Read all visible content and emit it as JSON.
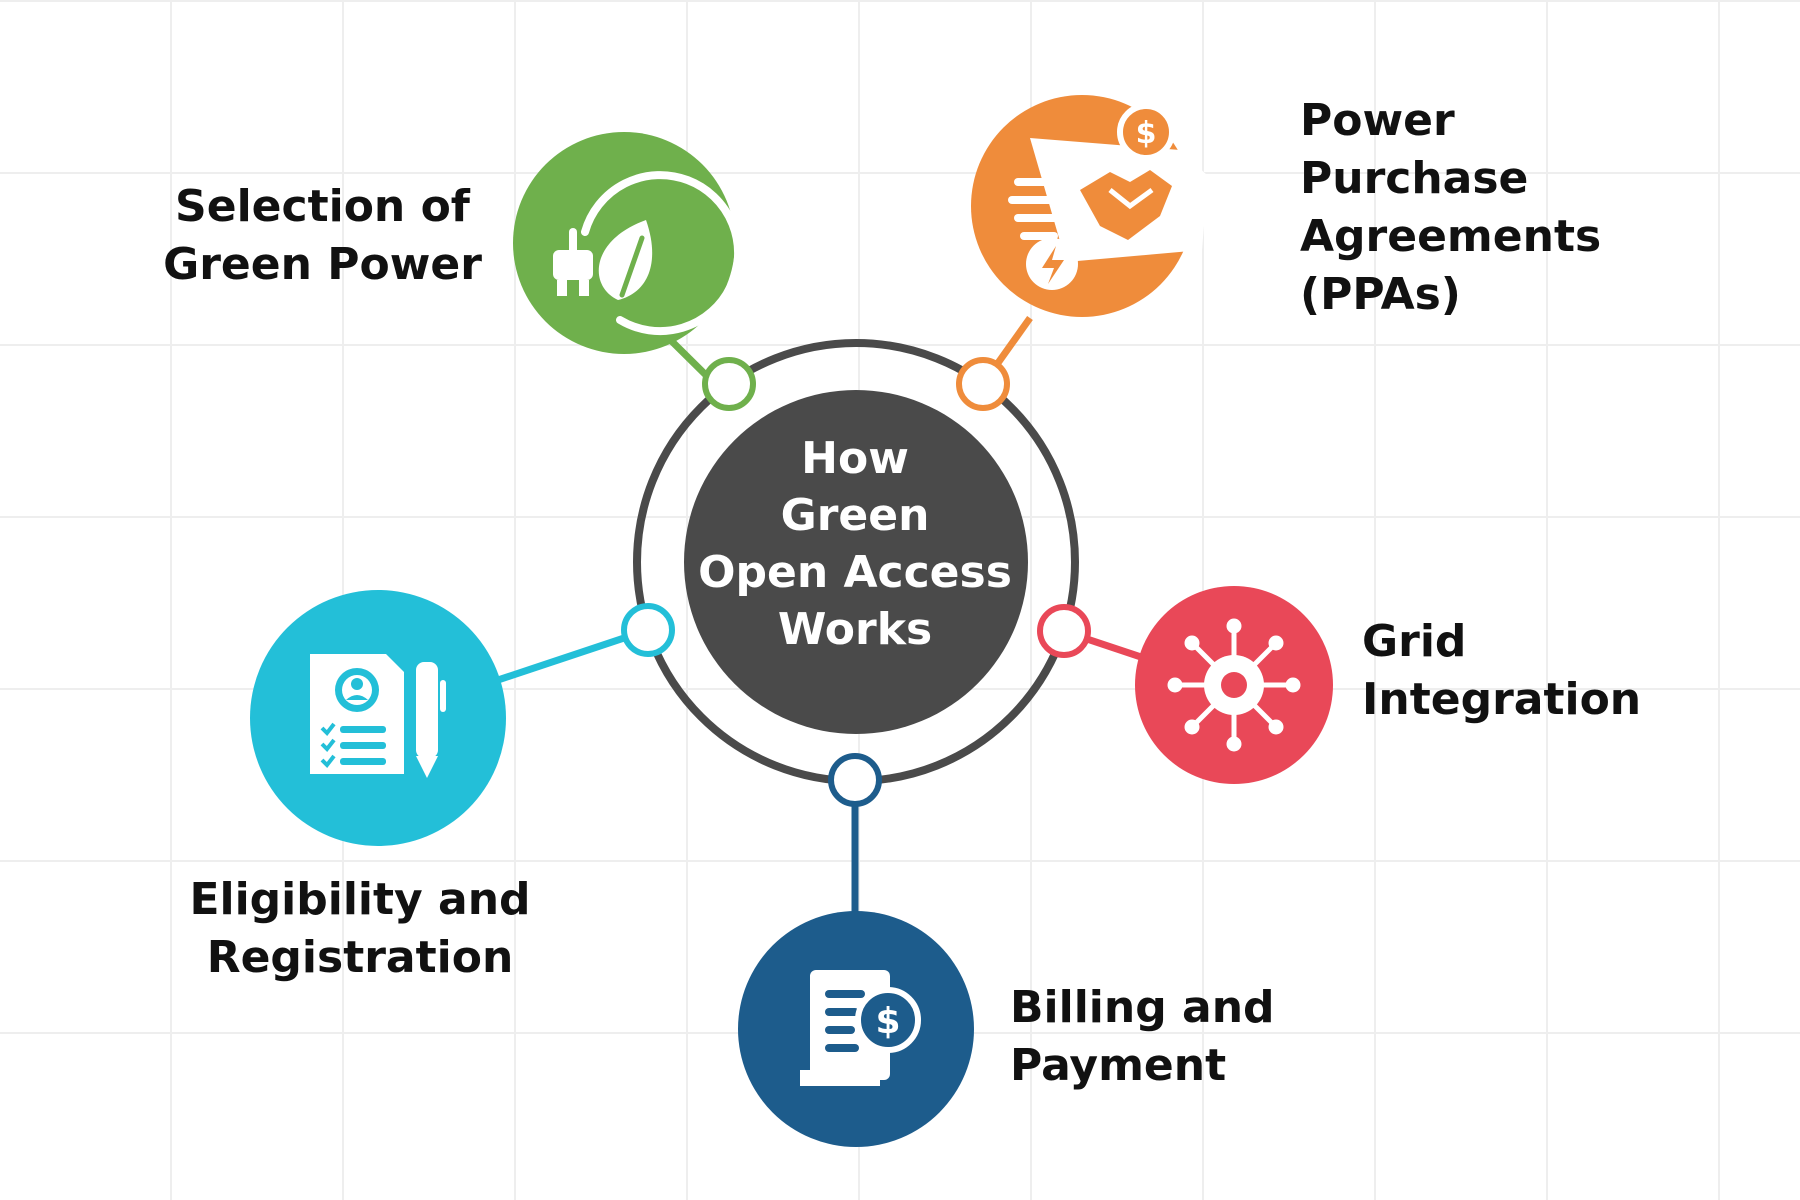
{
  "title": {
    "line1": "How",
    "line2": "Green",
    "line3": "Open Access",
    "line4": "Works"
  },
  "colors": {
    "center": "#4a4a4a",
    "ring": "#4a4a4a",
    "green": "#6fb04c",
    "orange": "#ef8c3b",
    "red": "#e94858",
    "blue": "#1d5c8c",
    "cyan": "#23bfd8"
  },
  "steps": {
    "selection": {
      "line1": "Selection of",
      "line2": "Green Power",
      "icon": "plug-leaf-icon"
    },
    "ppa": {
      "line1": "Power",
      "line2": "Purchase",
      "line3": "Agreements",
      "line4": "(PPAs)",
      "icon": "handshake-contract-icon"
    },
    "grid": {
      "line1": "Grid",
      "line2": "Integration",
      "icon": "gear-network-icon"
    },
    "billing": {
      "line1": "Billing and",
      "line2": "Payment",
      "icon": "invoice-dollar-icon"
    },
    "eligibility": {
      "line1": "Eligibility and",
      "line2": "Registration",
      "icon": "profile-document-pen-icon"
    }
  }
}
